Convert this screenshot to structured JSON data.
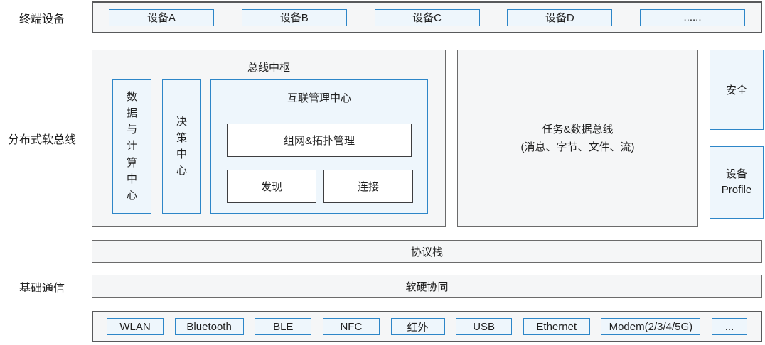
{
  "labels": {
    "terminal_devices": "终端设备",
    "distributed_softbus": "分布式软总线",
    "basic_communication": "基础通信"
  },
  "terminal_devices": {
    "items": [
      "设备A",
      "设备B",
      "设备C",
      "设备D",
      "......"
    ]
  },
  "bus_hub": {
    "title": "总线中枢",
    "data_compute_center": "数据与计算中心",
    "decision_center": "决策中心",
    "interconnect_mgmt": {
      "title": "互联管理中心",
      "networking_topology_mgmt": "组网&拓扑管理",
      "discovery": "发现",
      "connection": "连接"
    }
  },
  "task_data_bus": {
    "line1": "任务&数据总线",
    "line2": "(消息、字节、文件、流)"
  },
  "security": "安全",
  "device_profile": {
    "line1": "设备",
    "line2": "Profile"
  },
  "protocol_stack": "协议栈",
  "hw_sw_collaboration": "软硬协同",
  "comm_hardware": {
    "items": [
      "WLAN",
      "Bluetooth",
      "BLE",
      "NFC",
      "红外",
      "USB",
      "Ethernet",
      "Modem(2/3/4/5G)",
      "..."
    ]
  },
  "colors": {
    "blue_border": "#2d86c8",
    "blue_fill": "#eef6fc",
    "container_border": "#6b6b6b",
    "container_border_dark": "#58595b",
    "container_fill": "#f5f6f7",
    "inner_box_border": "#3e3e40",
    "text": "#1f1f1f"
  }
}
